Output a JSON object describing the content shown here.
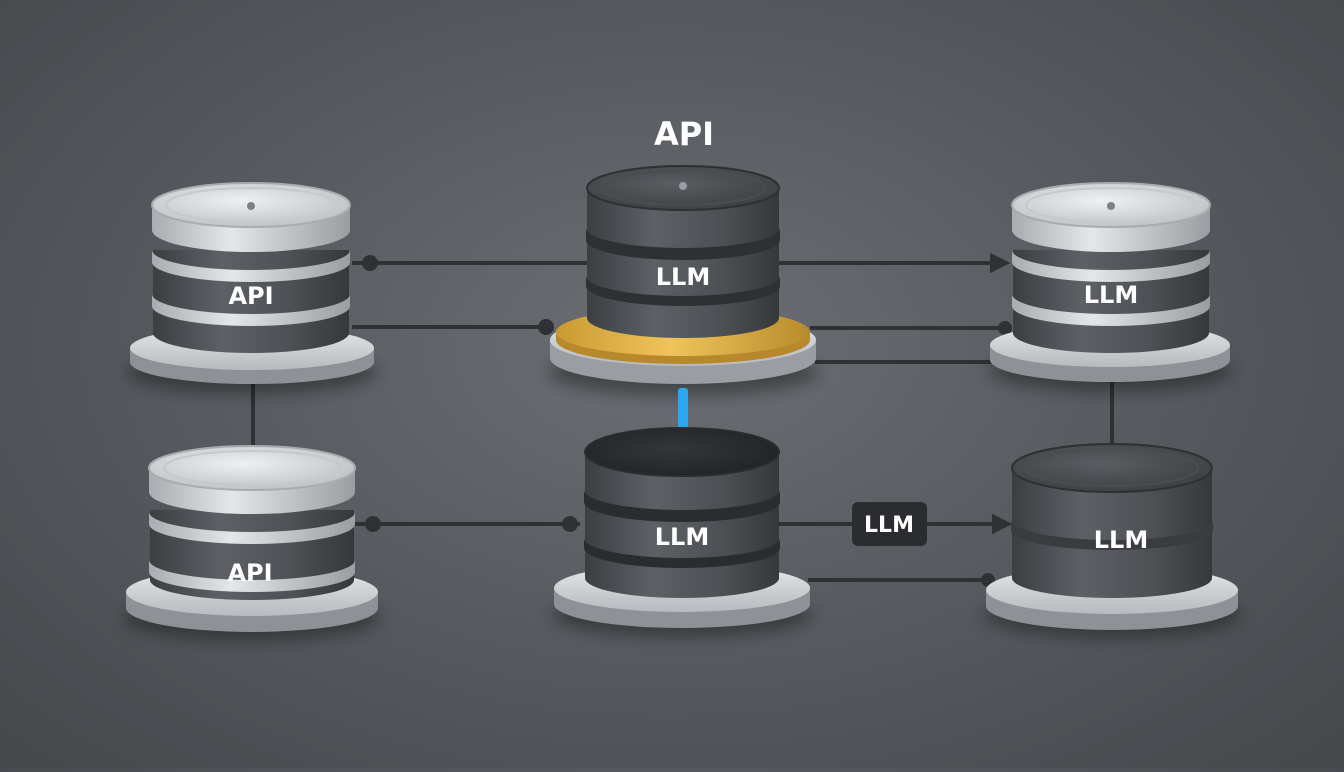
{
  "diagram": {
    "title": "API",
    "nodes": {
      "top_left": {
        "label": "API"
      },
      "top_center": {
        "label": "LLM"
      },
      "top_right": {
        "label": "LLM"
      },
      "bottom_left": {
        "label": "API"
      },
      "bottom_center": {
        "label": "LLM"
      },
      "bottom_right": {
        "label": "LLM"
      }
    },
    "edge_labels": {
      "bottom_center_to_bottom_right": "LLM"
    },
    "colors": {
      "background": "#55585d",
      "disk_dark": "#4a4c50",
      "disk_light": "#d8dadc",
      "accent_gold": "#e8b84a",
      "accent_blue": "#29a8f0",
      "connector": "#2f3135",
      "label_text": "#ffffff"
    }
  }
}
